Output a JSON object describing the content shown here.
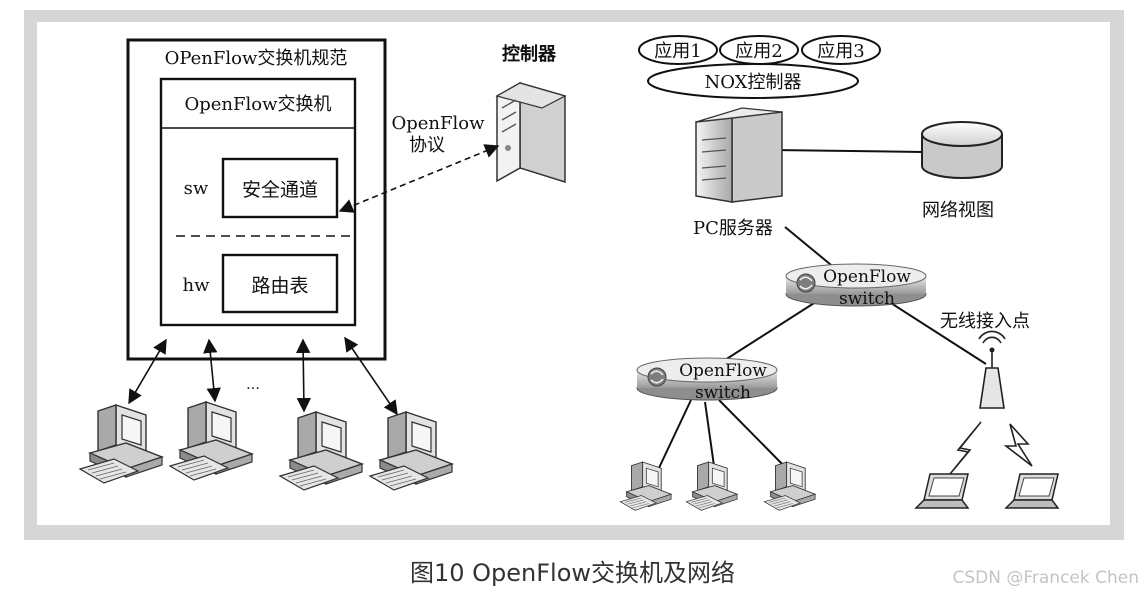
{
  "spec_title": "OPenFlow交换机规范",
  "switch_title": "OpenFlow交换机",
  "sw_label": "sw",
  "secure_channel": "安全通道",
  "hw_label": "hw",
  "flow_table": "路由表",
  "ellipsis": "…",
  "controller_label": "控制器",
  "protocol_label_1": "OpenFlow",
  "protocol_label_2": "协议",
  "apps": [
    "应用1",
    "应用2",
    "应用3"
  ],
  "nox_label": "NOX控制器",
  "pc_server_label": "PC服务器",
  "network_view_label": "网络视图",
  "of_switch_1": [
    "OpenFlow",
    "switch"
  ],
  "of_switch_2": [
    "OpenFlow",
    "switch"
  ],
  "wireless_ap_label": "无线接入点",
  "caption": "图10  OpenFlow交换机及网络",
  "watermark": "CSDN @Francek Chen"
}
